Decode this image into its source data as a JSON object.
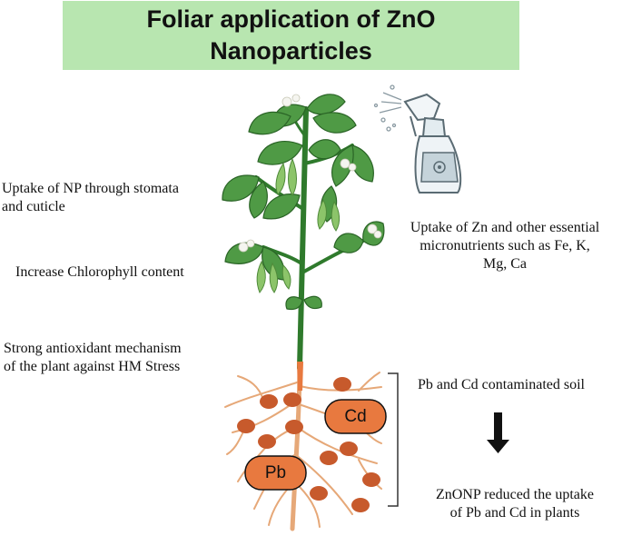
{
  "title": {
    "line1": "Foliar application of ZnO",
    "line2": "Nanoparticles"
  },
  "labels": {
    "uptake_stomata": [
      "Uptake of NP through stomata",
      "and cuticle"
    ],
    "chlorophyll": "Increase Chlorophyll content",
    "antioxidant": [
      "Strong antioxidant mechanism",
      "of the plant against HM Stress"
    ],
    "uptake_zn": [
      "Uptake of Zn and other essential",
      "micronutrients such as Fe, K,",
      "Mg, Ca"
    ],
    "soil": "Pb and Cd contaminated soil",
    "reduced": [
      "ZnONP reduced the uptake",
      "of Pb and Cd in plants"
    ]
  },
  "metals": {
    "cd": "Cd",
    "pb": "Pb"
  },
  "colors": {
    "title_bg": "#b8e6b0",
    "leaf": "#4f9a45",
    "stem": "#2f7a2c",
    "root": "#e6a878",
    "metal_ball": "#c75a2c",
    "metal_box": "#e8793f"
  }
}
